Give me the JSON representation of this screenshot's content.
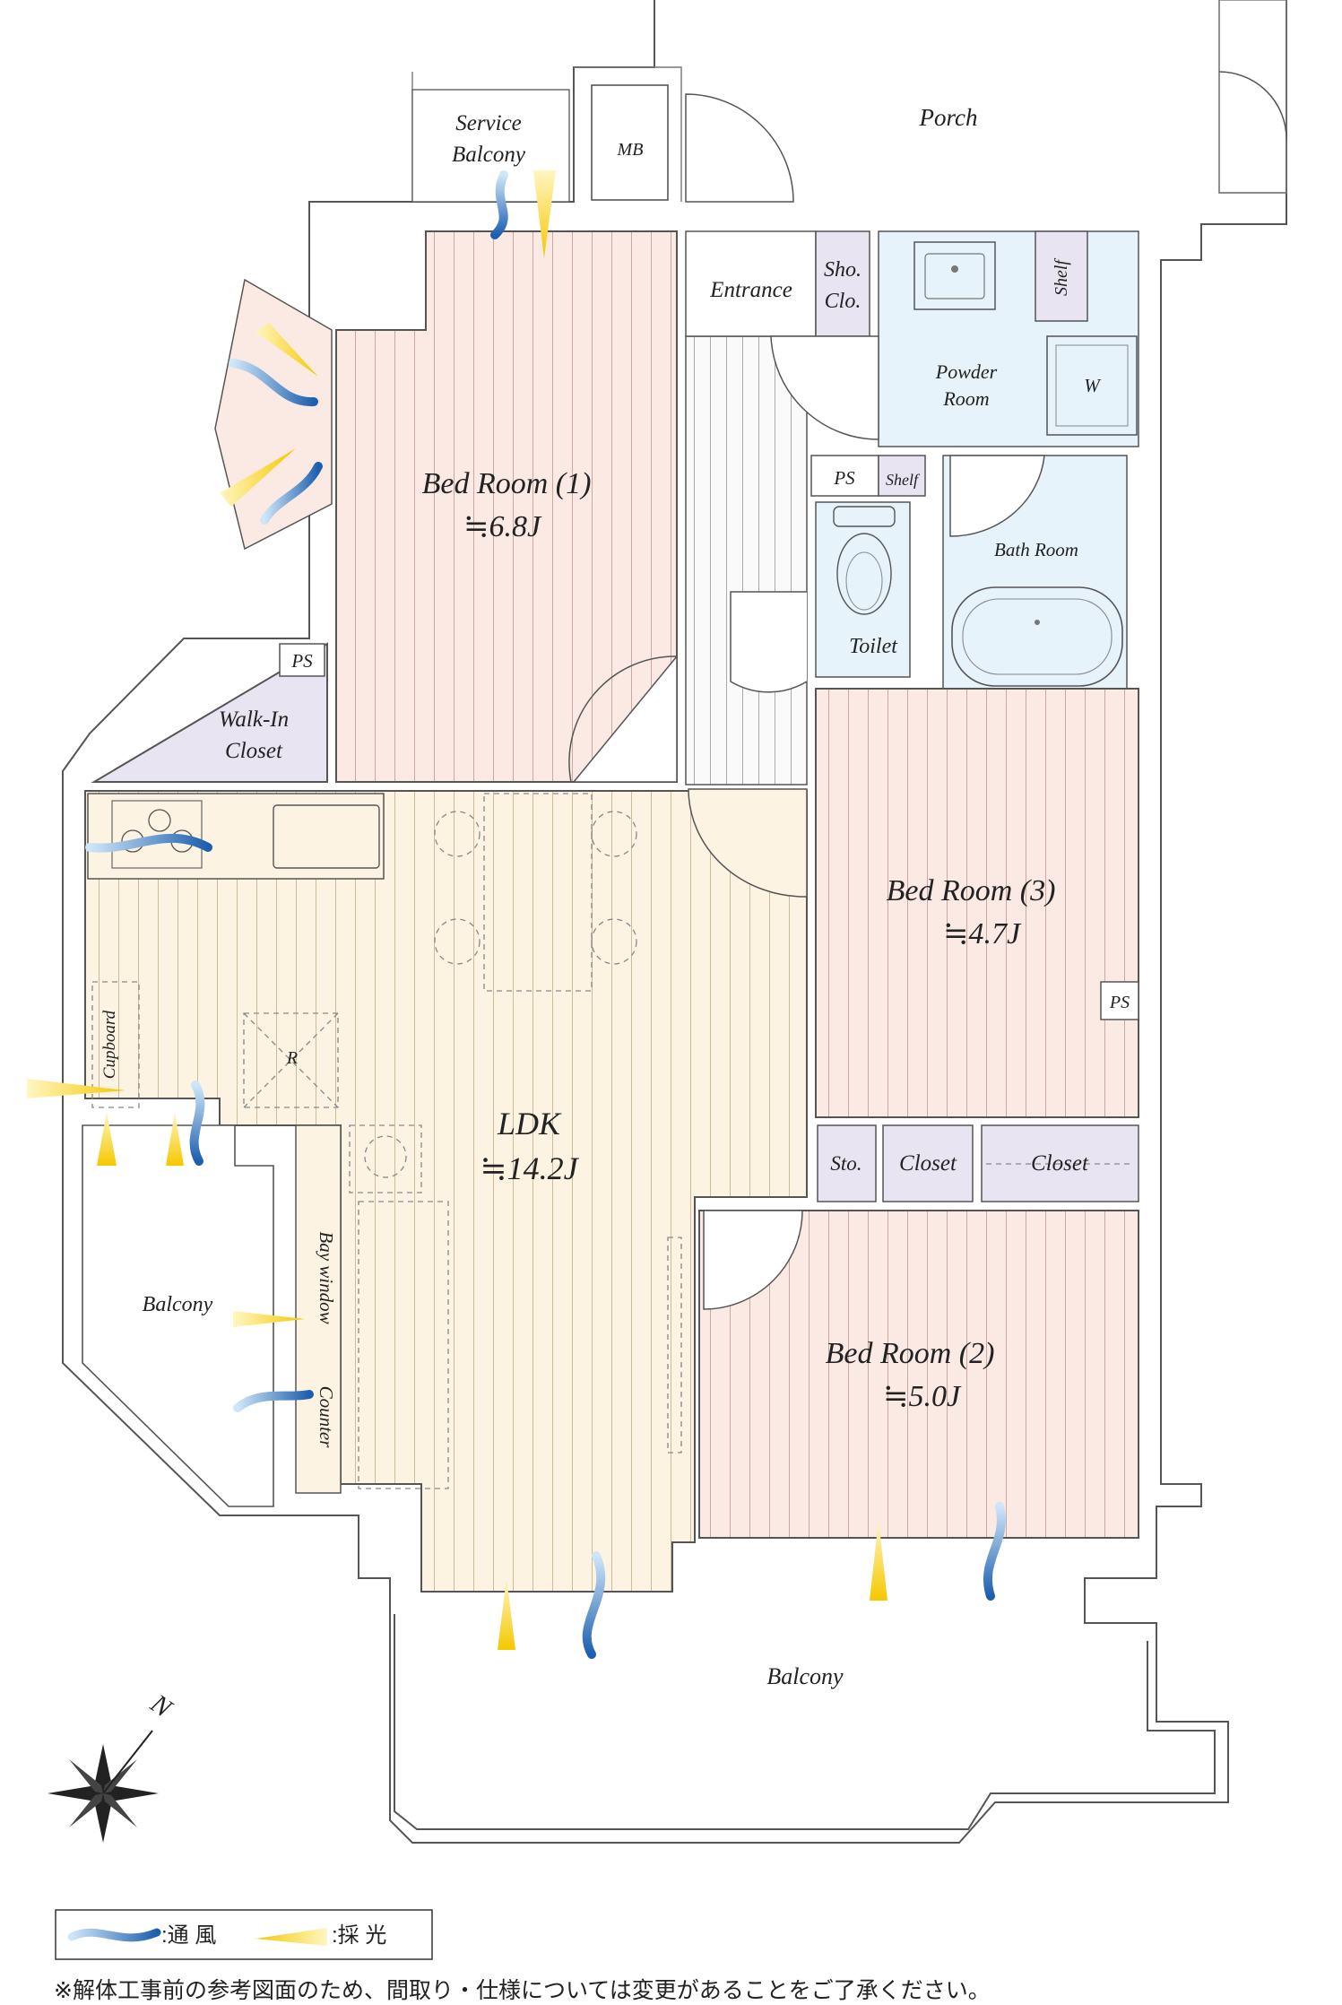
{
  "rooms": {
    "porch": "Porch",
    "mb": "MB",
    "service_balcony_1": "Service",
    "service_balcony_2": "Balcony",
    "entrance": "Entrance",
    "shoe_closet_1": "Sho.",
    "shoe_closet_2": "Clo.",
    "shelf_top": "Shelf",
    "powder_room_1": "Powder",
    "powder_room_2": "Room",
    "washer": "W",
    "ps_toilet": "PS",
    "shelf_toilet": "Shelf",
    "bath_room": "Bath Room",
    "toilet": "Toilet",
    "bed1_name": "Bed Room (1)",
    "bed1_size": "≒6.8J",
    "walkin_1": "Walk-In",
    "walkin_2": "Closet",
    "ps_walkin": "PS",
    "bed3_name": "Bed Room (3)",
    "bed3_size": "≒4.7J",
    "ps_bed3": "PS",
    "cupboard": "Cupboard",
    "fridge": "R",
    "ldk_name": "LDK",
    "ldk_size": "≒14.2J",
    "storage": "Sto.",
    "closet_a": "Closet",
    "closet_b": "Closet",
    "bay_1": "Bay window",
    "bay_2": "Counter",
    "balcony_west": "Balcony",
    "bed2_name": "Bed Room (2)",
    "bed2_size": "≒5.0J",
    "balcony_south": "Balcony"
  },
  "compass": {
    "north": "N"
  },
  "legend": {
    "ventilation": ":通 風",
    "daylight": ":採 光"
  },
  "note": "※解体工事前の参考図面のため、間取り・仕様については変更があることをご了承ください。",
  "colors": {
    "bedroom_floor": "#fbe9e3",
    "ldk_floor": "#fdf3e3",
    "wet_area": "#e6f3fb",
    "closet": "#e9e4f2",
    "ventilation": "#2c6fb8",
    "daylight": "#f7d21a"
  },
  "icons": [
    "wind-arrow-icon",
    "light-arrow-icon",
    "compass-icon",
    "stove-icon",
    "sink-icon",
    "bathtub-icon",
    "toilet-icon",
    "washbasin-icon"
  ]
}
